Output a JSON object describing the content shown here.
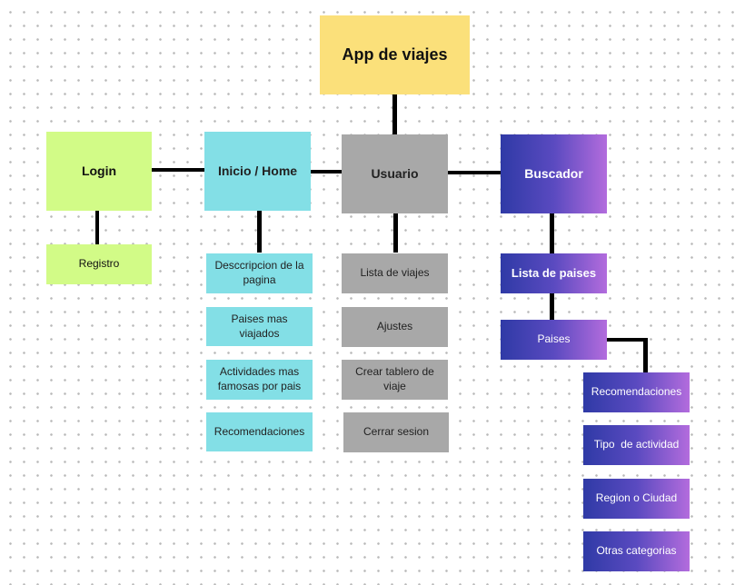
{
  "diagram": {
    "root": "App de viajes",
    "login": "Login",
    "registro": "Registro",
    "inicio": "Inicio / Home",
    "inicio_items": [
      "Desccripcion de la pagina",
      "Paises mas viajados",
      "Actividades mas famosas por pais",
      "Recomendaciones"
    ],
    "usuario": "Usuario",
    "usuario_items": [
      "Lista de viajes",
      "Ajustes",
      "Crear tablero de viaje",
      "Cerrar sesion"
    ],
    "buscador": "Buscador",
    "lista_paises": "Lista de paises",
    "paises": "Paises",
    "paises_items": [
      "Recomendaciones",
      "Tipo  de actividad",
      "Region o Ciudad",
      "Otras categorias"
    ]
  },
  "colors": {
    "root": "#fbe07a",
    "login": "#d2fb87",
    "inicio": "#83dfe6",
    "usuario": "#a8a8a8",
    "buscador_gradient": [
      "#2f3aa6",
      "#b36cdd"
    ],
    "connector": "#000000"
  }
}
